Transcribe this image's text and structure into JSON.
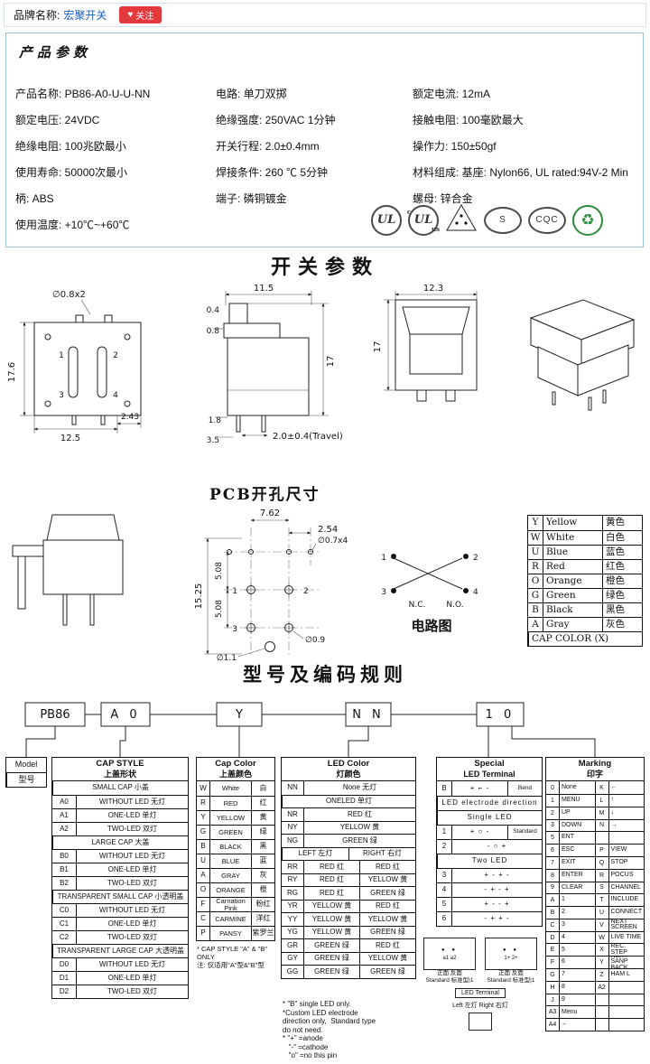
{
  "brand": {
    "label": "品牌名称:",
    "name": "宏聚开关",
    "heart": "♥",
    "follow": "关注"
  },
  "titles": {
    "product_params": "产品参数",
    "switch_params": "开关参数",
    "pcb": "PCB开孔尺寸",
    "circuit": "电路图",
    "coding": "型号及编码规则"
  },
  "params": {
    "cells": [
      "产品名称: PB86-A0-U-U-NN",
      "电路: 单刀双掷",
      "额定电流: 12mA",
      "额定电压: 24VDC",
      "绝缘强度: 250VAC 1分钟",
      "接触电阻: 100毫欧最大",
      "绝缘电阻: 100兆欧最小",
      "开关行程: 2.0±0.4mm",
      "操作力: 150±50gf",
      "使用寿命: 50000次最小",
      "焊接条件: 260 ℃ 5分钟",
      "材料组成: 基座: Nylon66, UL rated:94V-2 Min",
      "柄: ABS",
      "端子: 磷铜镀金",
      "螺母: 锌合金",
      "使用温度: +10℃~+60℃",
      "",
      ""
    ]
  },
  "certs": {
    "ul": "UL",
    "c": "c",
    "us": "us",
    "s": "S",
    "cqc": "CQC",
    "rohs": "♻",
    "names": [
      "ul-icon",
      "cul-us-icon",
      "vde-triangle-icon",
      "s-mark-icon",
      "cqc-icon",
      "rohs-icon"
    ]
  },
  "dims": {
    "d1_callout": "∅0.8x2",
    "d1_h": "17.6",
    "d1_w": "12.5",
    "d1_off": "2.43",
    "pins": [
      "1",
      "2",
      "3",
      "4"
    ],
    "d2_top": "11.5",
    "d2_a": "0.4",
    "d2_b": "0.8",
    "d2_h": "17",
    "d2_c": "1.8",
    "d2_d": "3.5",
    "d2_travel": "2.0±0.4(Travel)",
    "d3_w": "12.3",
    "d3_h": "17",
    "pcb_w": "7.62",
    "pcb_p": "2.54",
    "pcb_h": "15.25",
    "pcb_s1": "5.08",
    "pcb_s2": "5.08",
    "pcb_led": "∅0.7x4",
    "pcb_d09": "∅0.9",
    "pcb_d11": "∅1.1",
    "cir_1": "1",
    "cir_2": "2",
    "cir_3": "3",
    "cir_4": "4",
    "cir_nc": "N.C.",
    "cir_no": "N.O."
  },
  "cap_color_ref": {
    "rows": [
      [
        "Y",
        "Yellow",
        "黄色"
      ],
      [
        "W",
        "White",
        "白色"
      ],
      [
        "U",
        "Blue",
        "蓝色"
      ],
      [
        "R",
        "Red",
        "红色"
      ],
      [
        "O",
        "Orange",
        "橙色"
      ],
      [
        "G",
        "Green",
        "绿色"
      ],
      [
        "B",
        "Black",
        "黑色"
      ],
      [
        "A",
        "Gray",
        "灰色"
      ],
      [
        "",
        "CAP COLOR (X)",
        ""
      ]
    ]
  },
  "order": {
    "model": "PB86",
    "style": "A 0",
    "color": "Y",
    "led": "N N",
    "special_marking": "1 0"
  },
  "model_box": {
    "en": "Model",
    "zh": "型号"
  },
  "cap_style": {
    "en": "CAP STYLE",
    "zh": "上盖形状",
    "rows": [
      [
        "",
        "SMALL CAP 小盖"
      ],
      [
        "A0",
        "WITHOUT LED 无灯"
      ],
      [
        "A1",
        "ONE-LED 单灯"
      ],
      [
        "A2",
        "TWO-LED 双灯"
      ],
      [
        "",
        "LARGE CAP 大盖"
      ],
      [
        "B0",
        "WITHOUT LED 无灯"
      ],
      [
        "B1",
        "ONE-LED 单灯"
      ],
      [
        "B2",
        "TWO-LED 双灯"
      ],
      [
        "",
        "TRANSPARENT SMALL CAP 小透明盖"
      ],
      [
        "C0",
        "WITHOUT LED 无灯"
      ],
      [
        "C1",
        "ONE-LED 单灯"
      ],
      [
        "C2",
        "TWO-LED 双灯"
      ],
      [
        "",
        "TRANSPARENT LARGE CAP 大透明盖"
      ],
      [
        "D0",
        "WITHOUT LED 无灯"
      ],
      [
        "D1",
        "ONE-LED 单灯"
      ],
      [
        "D2",
        "TWO-LED 双灯"
      ]
    ]
  },
  "cap_color": {
    "en": "Cap Color",
    "zh": "上盖颜色",
    "rows": [
      [
        "W",
        "White",
        "白"
      ],
      [
        "R",
        "RED",
        "红"
      ],
      [
        "Y",
        "YELLOW",
        "黄"
      ],
      [
        "G",
        "GREEN",
        "绿"
      ],
      [
        "B",
        "BLACK",
        "黑"
      ],
      [
        "U",
        "BLUE",
        "蓝"
      ],
      [
        "A",
        "GRAY",
        "灰"
      ],
      [
        "O",
        "ORANGE",
        "橙"
      ],
      [
        "F",
        "Carnation Pink",
        "粉红"
      ],
      [
        "C",
        "CARMINE",
        "洋红"
      ],
      [
        "P",
        "PANSY",
        "紫罗兰"
      ]
    ],
    "note1": "* CAP STYLE \"A\" & \"B\" ONLY",
    "note2": "注: 仅适用\"A\"型&\"B\"型"
  },
  "led_color": {
    "en": "LED Color",
    "zh": "灯颜色",
    "rows": [
      [
        "NN",
        "None 无灯",
        ""
      ],
      [
        "",
        "ONELED 单灯",
        ""
      ],
      [
        "NR",
        "RED 红",
        ""
      ],
      [
        "NY",
        "YELLOW 黄",
        ""
      ],
      [
        "NG",
        "GREEN 绿",
        ""
      ],
      [
        "",
        "LEFT 左灯",
        "RIGHT 右灯"
      ],
      [
        "RR",
        "RED 红",
        "RED 红"
      ],
      [
        "RY",
        "RED 红",
        "YELLOW 黄"
      ],
      [
        "RG",
        "RED 红",
        "GREEN 绿"
      ],
      [
        "YR",
        "YELLOW 黄",
        "RED 红"
      ],
      [
        "YY",
        "YELLOW 黄",
        "YELLOW 黄"
      ],
      [
        "YG",
        "YELLOW 黄",
        "GREEN 绿"
      ],
      [
        "GR",
        "GREEN 绿",
        "RED 红"
      ],
      [
        "GY",
        "GREEN 绿",
        "YELLOW 黄"
      ],
      [
        "GG",
        "GREEN 绿",
        "GREEN 绿"
      ]
    ],
    "notes": [
      "* \"B\" single LED only.",
      "*Custom LED electrode",
      "direction only,  Standard type",
      "do not need.",
      "* \"+\" =anode",
      "   \"-\" =cathode",
      "   \"o\" =no this pin"
    ]
  },
  "special": {
    "en": "Special",
    "zh": "LED Terminal",
    "rows": [
      [
        "B",
        "+ ⌐ -",
        "Bend"
      ],
      [
        "",
        "LED electrode direction",
        ""
      ],
      [
        "",
        "Single LED",
        ""
      ],
      [
        "1",
        "+ ○ -",
        "Standard"
      ],
      [
        "2",
        "- ○ +",
        ""
      ],
      [
        "",
        "Two LED",
        ""
      ],
      [
        "3",
        "+ - + -",
        ""
      ],
      [
        "4",
        "- + - +",
        ""
      ],
      [
        "5",
        "+ - - +",
        ""
      ],
      [
        "6",
        "- + + -",
        ""
      ]
    ]
  },
  "marking": {
    "en": "Marking",
    "zh": "印字",
    "left": [
      [
        "0",
        "None"
      ],
      [
        "1",
        "MENU"
      ],
      [
        "2",
        "UP"
      ],
      [
        "3",
        "DOWN"
      ],
      [
        "5",
        "ENT"
      ],
      [
        "6",
        "ESC"
      ],
      [
        "7",
        "EXIT"
      ],
      [
        "8",
        "ENTER"
      ],
      [
        "9",
        "CLEAR"
      ],
      [
        "A",
        "1"
      ],
      [
        "B",
        "2"
      ],
      [
        "C",
        "3"
      ],
      [
        "D",
        "4"
      ],
      [
        "E",
        "5"
      ],
      [
        "F",
        "6"
      ],
      [
        "G",
        "7"
      ],
      [
        "H",
        "8"
      ],
      [
        "J",
        "9"
      ],
      [
        "A3",
        "Menu"
      ],
      [
        "A4",
        "←"
      ]
    ],
    "right": [
      [
        "K",
        "←"
      ],
      [
        "L",
        "↑"
      ],
      [
        "M",
        "↓"
      ],
      [
        "N",
        "→"
      ],
      [
        "",
        ""
      ],
      [
        "P",
        "VIEW"
      ],
      [
        "Q",
        "STOP"
      ],
      [
        "R",
        "POCUS"
      ],
      [
        "S",
        "CHANNEL"
      ],
      [
        "T",
        "INCLUDE"
      ],
      [
        "U",
        "CONNECT"
      ],
      [
        "V",
        "NEXT SCREEN"
      ],
      [
        "W",
        "LIVE TIME"
      ],
      [
        "X",
        "REC. STEP"
      ],
      [
        "Y",
        "NEXT SANP BACK"
      ],
      [
        "Z",
        "HAM L"
      ],
      [
        "A2",
        ""
      ],
      [
        "",
        ""
      ],
      [
        "",
        ""
      ],
      [
        "",
        ""
      ]
    ]
  },
  "led_fig": {
    "pins1": "a1  a2",
    "pins2": "1+  2+",
    "front_back": "正面   反面",
    "standard": "Standard 标准型|1",
    "terminal": "LED Terminal",
    "left_right": "Left 左灯  Right 右灯"
  }
}
